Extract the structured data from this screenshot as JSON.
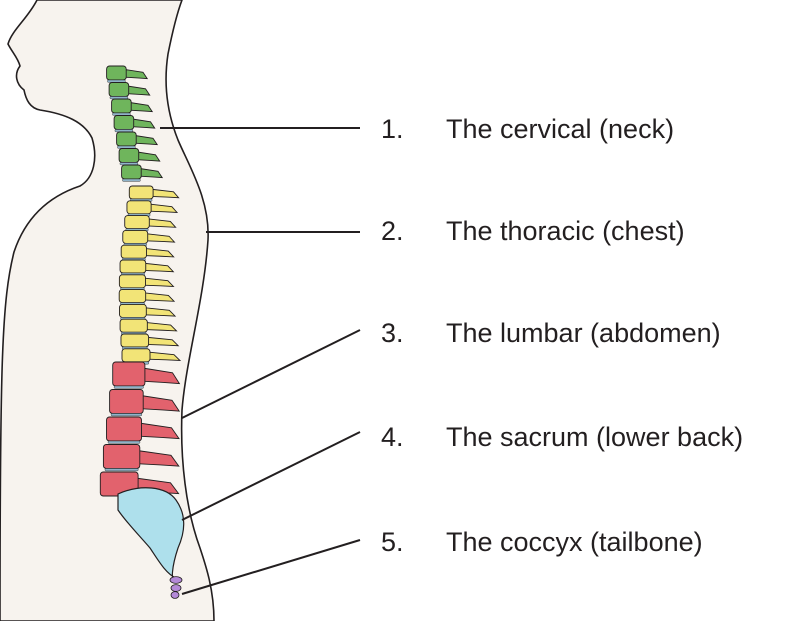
{
  "colors": {
    "body_fill": "#f7f3ee",
    "outline": "#231f20",
    "cervical": "#6fb55c",
    "thoracic": "#f2e477",
    "lumbar": "#e2626d",
    "sacrum": "#aee0ec",
    "coccyx": "#b48ad8",
    "disc": "#8fb3c9"
  },
  "regions": [
    {
      "number": "1.",
      "label": "The cervical (neck)",
      "color_key": "cervical"
    },
    {
      "number": "2.",
      "label": "The thoracic (chest)",
      "color_key": "thoracic"
    },
    {
      "number": "3.",
      "label": "The lumbar (abdomen)",
      "color_key": "lumbar"
    },
    {
      "number": "4.",
      "label": "The sacrum (lower back)",
      "color_key": "sacrum"
    },
    {
      "number": "5.",
      "label": "The coccyx (tailbone)",
      "color_key": "coccyx"
    }
  ]
}
